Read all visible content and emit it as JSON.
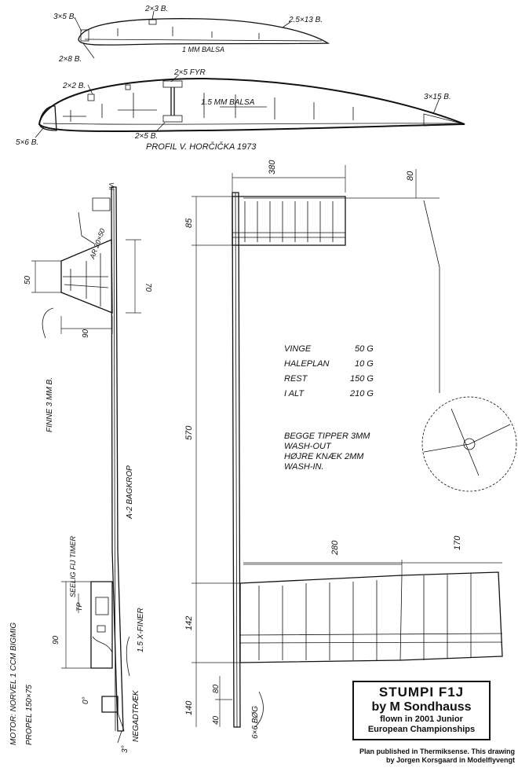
{
  "airfoil_top": {
    "spar_front": "3×5 B.",
    "spar_top": "2×3 B.",
    "trailing_edge": "2.5×13 B.",
    "leading_edge": "2×8 B.",
    "sheeting": "1 MM BALSA"
  },
  "airfoil_main": {
    "spar_front": "2×2 B.",
    "spar_top": "2×5 FYR",
    "sheeting": "1.5 MM BALSA",
    "trailing_edge": "3×15 B.",
    "leading_edge": "5×6 B.",
    "spar_bottom": "2×5 B.",
    "profile": "PROFIL V. HORČIČKA 1973"
  },
  "side_view": {
    "fin_label": "FINNE 3 MM B.",
    "fin_area": "AR 20×50",
    "fin_dim_left": "50",
    "fin_dim_right": "70",
    "fin_dim_base": "90",
    "top_mark": "VII",
    "boom_label": "A-2 BAGKROP",
    "timer_label": "SEELIG FIJ TIMER",
    "tp_label": "TP",
    "pylon_dim": "90",
    "xfiner": "1.5 X-FINER",
    "nose_label": "NEGADTRÆK",
    "downthrust": "3°",
    "incidence": "0°",
    "motor": "MOTOR: NORVEL 1 CCM BIGMIG",
    "propel": "PROPEL 150×75"
  },
  "top_view": {
    "stab_span": "380",
    "stab_chord": "85",
    "tail_moment": "570",
    "wing_chord": "142",
    "nose_len": "140",
    "nose_a": "80",
    "nose_b": "40",
    "dihedral_top": "80",
    "wing_half": "280",
    "tip_dihedral": "170",
    "fuselage_tip": "6×6 BØG"
  },
  "weights": [
    {
      "label": "VINGE",
      "value": "50 G"
    },
    {
      "label": "HALEPLAN",
      "value": "10 G"
    },
    {
      "label": "REST",
      "value": "150 G"
    },
    {
      "label": "I ALT",
      "value": "210 G"
    }
  ],
  "notes": [
    "BEGGE TIPPER 3MM",
    "WASH-OUT",
    "HØJRE KNÆK 2MM",
    "WASH-IN."
  ],
  "title": {
    "name": "STUMPI  F1J",
    "author": "by M Sondhauss",
    "line1": "flown in 2001 Junior",
    "line2": "European Championships"
  },
  "credit": {
    "line1": "Plan published in Thermiksense. This drawing",
    "line2": "by Jorgen Korsgaard in Modelflyvengt"
  }
}
